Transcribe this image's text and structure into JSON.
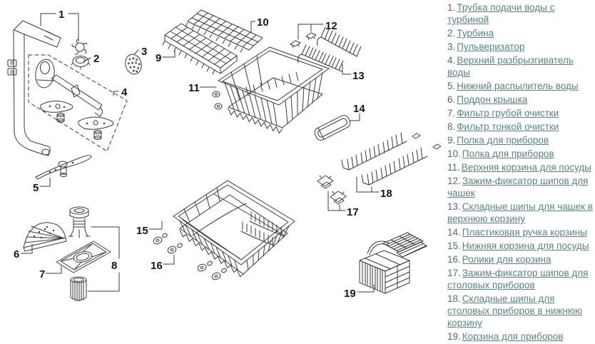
{
  "colors": {
    "link": "#5E8181",
    "legend_number": "#5B6B6B",
    "line_art": "#3A3A3A",
    "background": "#FFFFFF"
  },
  "diagram": {
    "callouts": [
      "1",
      "2",
      "3",
      "4",
      "5",
      "6",
      "7",
      "8",
      "9",
      "10",
      "11",
      "12",
      "13",
      "14",
      "15",
      "16",
      "17",
      "18",
      "19"
    ]
  },
  "legend": {
    "items": [
      {
        "num": "1.",
        "label": "Трубка подачи воды с турбиной"
      },
      {
        "num": "2.",
        "label": "Турбина"
      },
      {
        "num": "3.",
        "label": "Пульверизатор"
      },
      {
        "num": "4.",
        "label": "Верхний разбрызгиватель воды"
      },
      {
        "num": "5.",
        "label": "Нижний распылитель воды"
      },
      {
        "num": "6.",
        "label": "Поддон крышка"
      },
      {
        "num": "7.",
        "label": "Фильтр грубой очистки"
      },
      {
        "num": "8.",
        "label": "Фильтр тонкой очистки"
      },
      {
        "num": "9.",
        "label": "Полка для приборов"
      },
      {
        "num": "10.",
        "label": "Полка для приборов"
      },
      {
        "num": "11.",
        "label": "Верхняя корзина для посуды"
      },
      {
        "num": "12.",
        "label": "Зажим-фиксатор шипов для чашек"
      },
      {
        "num": "13.",
        "label": "Складные шипы для чашек в верхнюю корзину"
      },
      {
        "num": "14.",
        "label": "Пластиковая ручка корзины"
      },
      {
        "num": "15.",
        "label": "Нижняя корзина для посуды"
      },
      {
        "num": "16.",
        "label": "Ролики для корзина"
      },
      {
        "num": "17.",
        "label": "Зажим-фиксатор шипов для столовых приборов"
      },
      {
        "num": "18.",
        "label": "Складные шипы для столовых приборов в нижнюю корзину"
      },
      {
        "num": "19.",
        "label": "Корзина для приборов"
      }
    ]
  }
}
